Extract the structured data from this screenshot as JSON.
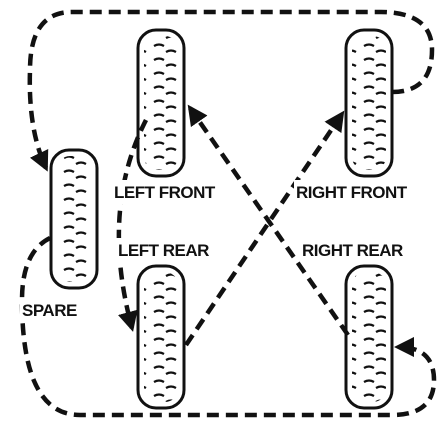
{
  "labels": {
    "left_front": "LEFT FRONT",
    "right_front": "RIGHT FRONT",
    "left_rear": "LEFT REAR",
    "right_rear": "RIGHT REAR",
    "spare": "SPARE"
  },
  "tires": [
    "left-front",
    "right-front",
    "left-rear",
    "right-rear",
    "spare"
  ],
  "colors": {
    "ink": "#111111",
    "background": "#ffffff"
  }
}
